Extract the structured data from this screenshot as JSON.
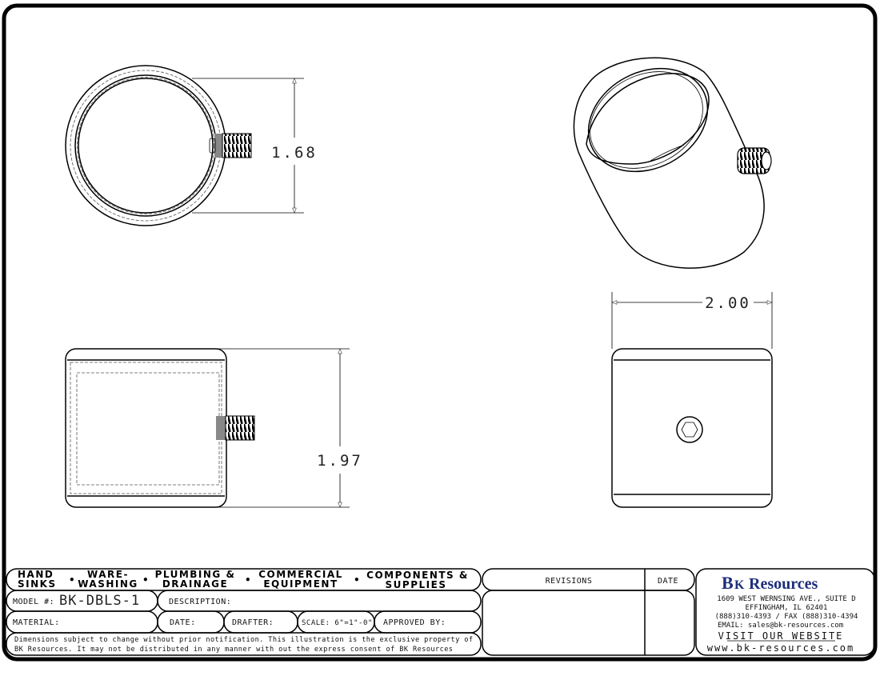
{
  "dimensions": {
    "top_view_diameter": "1.68",
    "front_view_height": "1.97",
    "side_view_width": "2.00"
  },
  "categories": [
    {
      "line1": "HAND",
      "line2": "SINKS"
    },
    {
      "line1": "WARE-",
      "line2": "WASHING"
    },
    {
      "line1": "PLUMBING &",
      "line2": "DRAINAGE"
    },
    {
      "line1": "COMMERCIAL",
      "line2": "EQUIPMENT"
    },
    {
      "line1": "COMPONENTS &",
      "line2": "SUPPLIES"
    }
  ],
  "title_block": {
    "model_label": "MODEL #:",
    "model_value": "BK-DBLS-1",
    "description_label": "DESCRIPTION:",
    "material_label": "MATERIAL:",
    "date_label": "DATE:",
    "drafter_label": "DRAFTER:",
    "scale_label": "SCALE: 6\"=1\"-0\"",
    "approved_label": "APPROVED BY:",
    "disclaimer_line1": "Dimensions subject to change without prior notification. This illustration is the exclusive property of",
    "disclaimer_line2": "BK Resources. It may not be distributed in any manner with out the express consent of BK Resources"
  },
  "revisions": {
    "header": "REVISIONS",
    "date_header": "DATE"
  },
  "company": {
    "logo_text": "BK Resources",
    "address1": "1609 WEST WERNSING AVE., SUITE D",
    "address2": "EFFINGHAM, IL 62401",
    "phone": "(888)310-4393 / FAX (888)310-4394",
    "email": "EMAIL: sales@bk-resources.com",
    "website_link": "VISIT OUR WEBSITE",
    "website": "www.bk-resources.com",
    "brand_color": "#1d2f7a"
  }
}
